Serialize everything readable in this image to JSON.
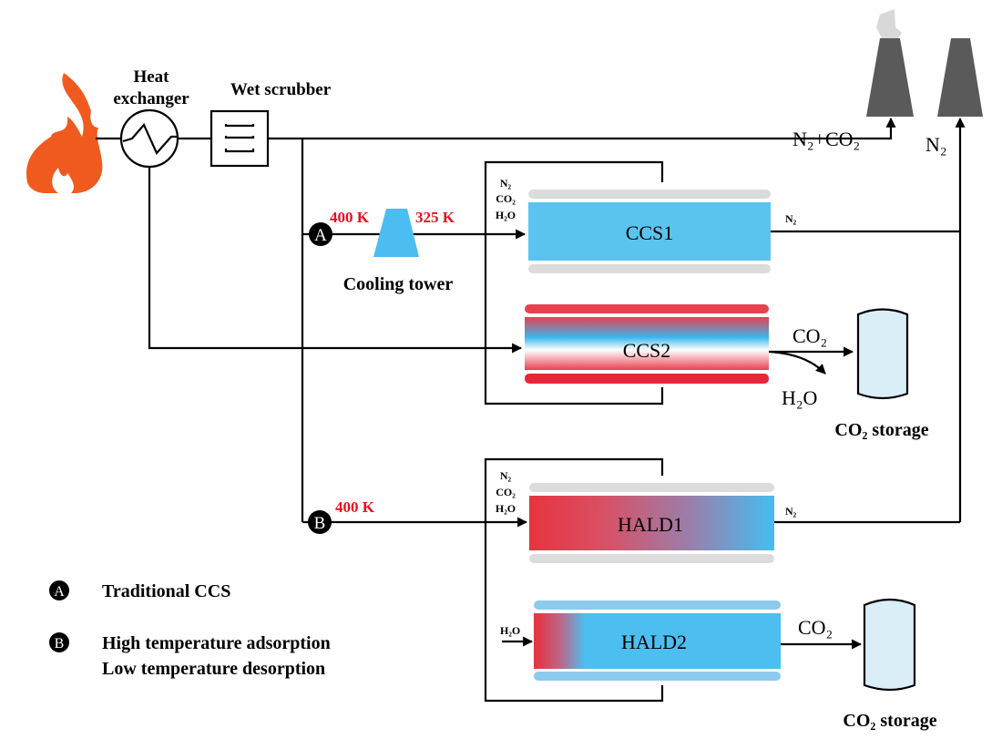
{
  "labels": {
    "heat_exchanger_line1": "Heat",
    "heat_exchanger_line2": "exchanger",
    "wet_scrubber": "Wet scrubber",
    "cooling_tower": "Cooling tower",
    "stack_flow_mixed": "N₂+CO₂",
    "stack_flow_n2": "N₂",
    "temp_a_in": "400 K",
    "temp_a_out": "325 K",
    "temp_b_in": "400 K",
    "marker_a": "A",
    "marker_b": "B",
    "feed_gas": [
      "N₂",
      "CO₂",
      "H₂O"
    ],
    "ccs1": "CCS1",
    "ccs2": "CCS2",
    "hald1": "HALD1",
    "hald2": "HALD2",
    "ccs1_out": "N₂",
    "hald1_out": "N₂",
    "ccs2_out_co2": "CO₂",
    "ccs2_out_h2o": "H₂O",
    "hald2_in": "H₂O",
    "hald2_out_co2": "CO₂",
    "storage1": "CO₂ storage",
    "storage2": "CO₂ storage"
  },
  "legend": [
    {
      "marker": "A",
      "text": "Traditional CCS"
    },
    {
      "marker": "B",
      "text": "High temperature adsorption",
      "text2": "Low temperature desorption"
    }
  ],
  "colors": {
    "flame": "#f05a1e",
    "ccs_blue": "#5bc4ee",
    "hot_red": "#e8263a",
    "bar_grey": "#dcdcdc",
    "chimney": "#595959",
    "storage_fill": "#daeef8",
    "temp_label": "#e8101f"
  }
}
